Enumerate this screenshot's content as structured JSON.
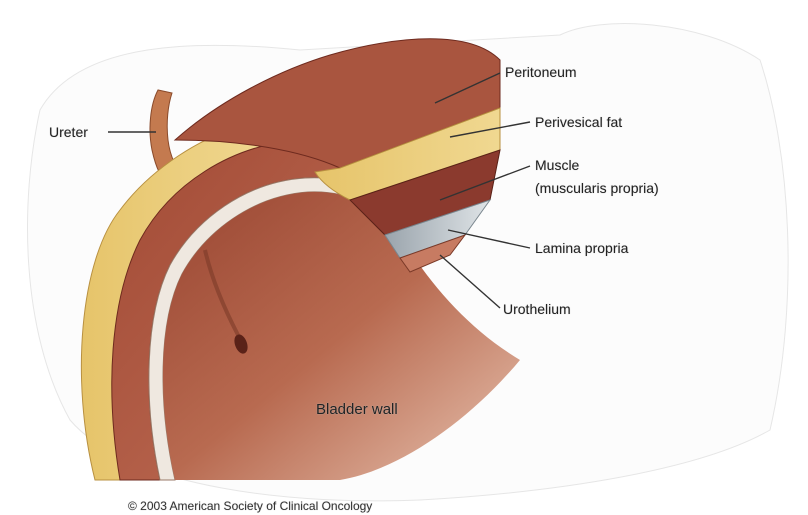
{
  "labels": {
    "ureter": "Ureter",
    "peritoneum": "Peritoneum",
    "perivesical_fat": "Perivesical fat",
    "muscle": "Muscle",
    "muscle_sub": "(muscularis propria)",
    "lamina_propria": "Lamina propria",
    "urothelium": "Urothelium",
    "bladder_wall": "Bladder wall"
  },
  "copyright": "© 2003 American Society of Clinical Oncology",
  "colors": {
    "muscle": "#8b3a2e",
    "muscle_light": "#b35a44",
    "fat": "#d9b45a",
    "lamina": "#b9c2c8",
    "peritoneum": "#a9553f",
    "leader_line": "#333333"
  }
}
